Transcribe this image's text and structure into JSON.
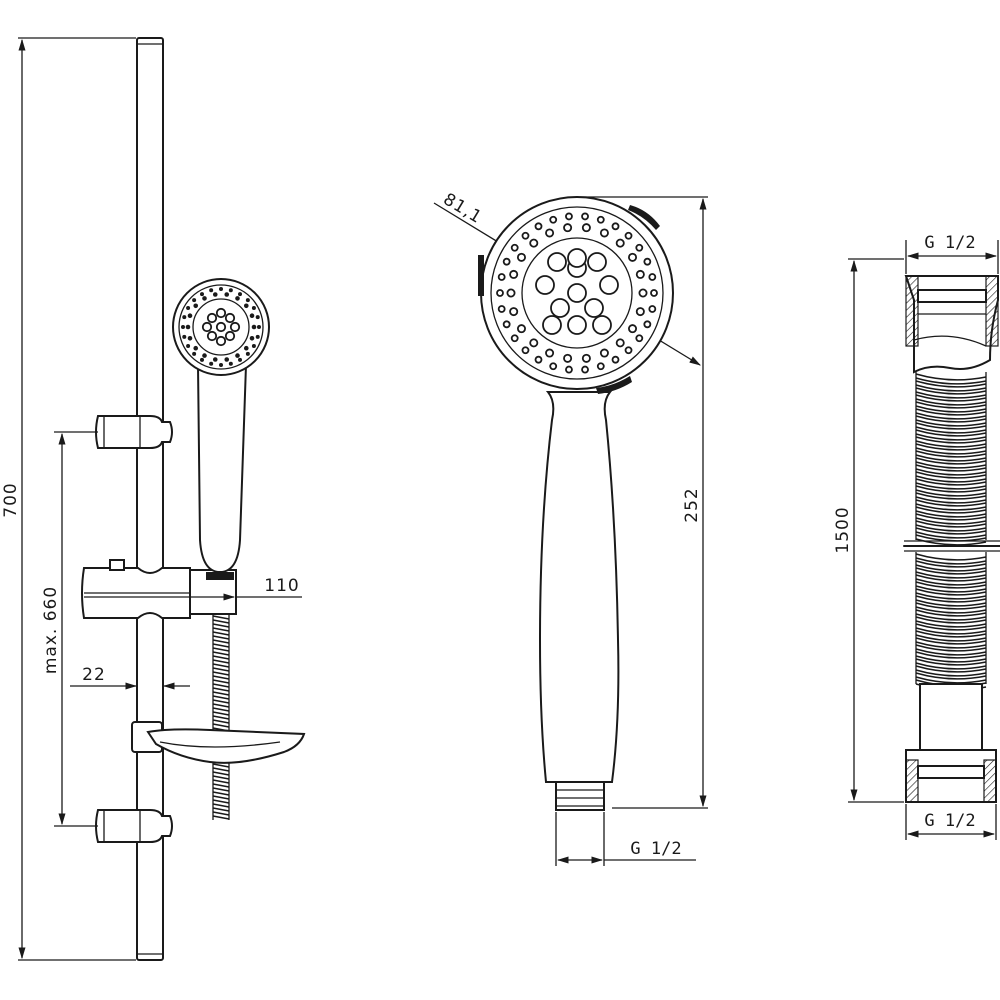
{
  "dimensions": {
    "rail_length": "700",
    "max_height": "max. 660",
    "handle_offset": "110",
    "rail_diameter": "22",
    "head_diameter": "81,1",
    "shower_length": "252",
    "shower_thread": "G 1/2",
    "hose_length": "1500",
    "hose_thread_top": "G 1/2",
    "hose_thread_bottom": "G 1/2"
  }
}
